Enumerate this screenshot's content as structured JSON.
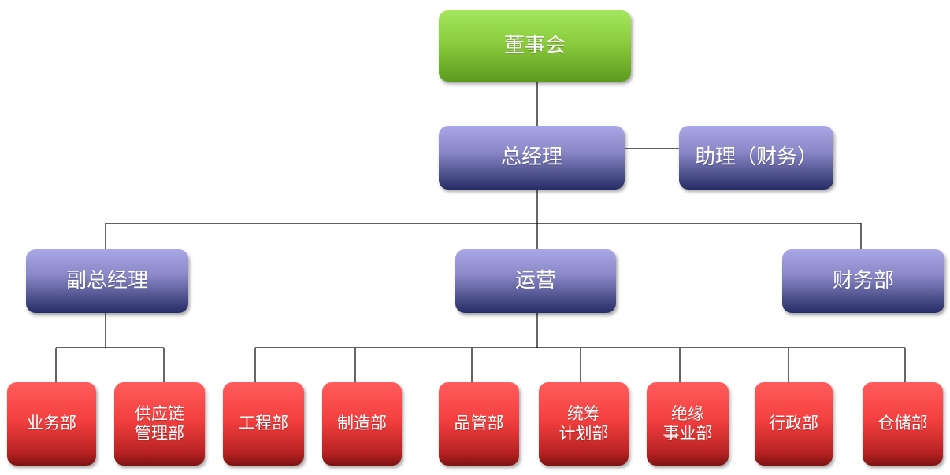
{
  "org_chart": {
    "board": "董事会",
    "general_manager": "总经理",
    "assistant": "助理（财务）",
    "deputy_gm": "副总经理",
    "operations": "运营",
    "finance_dept": "财务部",
    "departments": {
      "sales": "业务部",
      "supply_chain": "供应链\n管理部",
      "engineering": "工程部",
      "manufacturing": "制造部",
      "quality": "品管部",
      "planning": "统筹\n计划部",
      "insulation": "绝缘\n事业部",
      "admin": "行政部",
      "warehouse": "仓储部"
    }
  },
  "colors": {
    "connector": "#000000",
    "top_level": "#8ccd3e",
    "mid_level": "#6f6fb0",
    "bottom_level": "#e03030"
  }
}
